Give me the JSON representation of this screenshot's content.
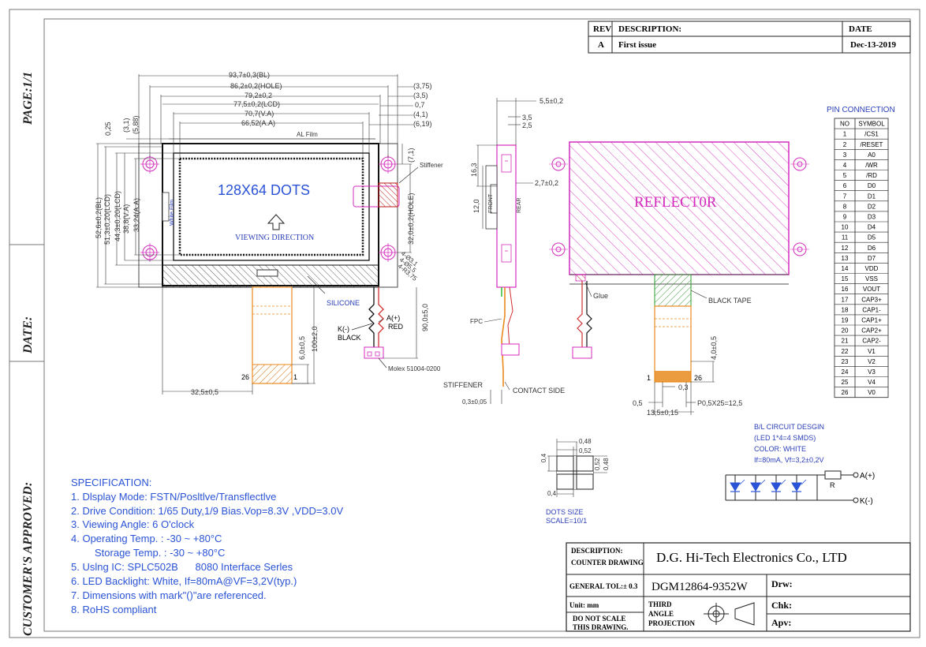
{
  "sidebar": {
    "page": "PAGE:1/1",
    "date": "DATE:",
    "approved": "CUSTOMER'S APPROVED:"
  },
  "revision": {
    "headers": [
      "REV",
      "DESCRIPTION:",
      "DATE"
    ],
    "rows": [
      [
        "A",
        "First issue",
        "Dec-13-2019"
      ]
    ]
  },
  "front_view": {
    "display_text": "128X64 DOTS",
    "viewing_direction": "VIEWING DIRECTION",
    "al_film": "AL Film",
    "white_film": "White Film",
    "stiffener": "Stiffener",
    "silicone": "SILICONE",
    "led_anode": "A(+)",
    "led_anode_color": "RED",
    "led_cathode": "K(-)",
    "led_cathode_color": "BLACK",
    "connector": "Molex 51004-0200",
    "fpc_pin_first": "26",
    "fpc_pin_last": "1",
    "top_dims": [
      "93,7±0,3(BL)",
      "86,2±0,2(HOLE)",
      "79,2±0,2",
      "77,5±0,2(LCD)",
      "70,7(V.A)",
      "66,52(A.A)"
    ],
    "right_dims": [
      "(3,75)",
      "(3,5)",
      "0,7",
      "(4,1)",
      "(6,19)"
    ],
    "left_dims": [
      "52,6±0,2(BL)",
      "51,3±0,20(LCD)",
      "44,3±0,20(LCD)",
      "38,8(V.A)",
      "33,24(A.A)"
    ],
    "small_left_dims": [
      "0,25",
      "(3,1)",
      "(5,88)"
    ],
    "hole_dim": "32,0±0,2(HOLE)",
    "small_right_dim": "(7,1)",
    "hole_dims": [
      "4-Ø3,1",
      "4-Ø5,5",
      "4-R3,75"
    ],
    "fpc_dims": [
      "6,0±0,5",
      "100±2,0"
    ],
    "cable_dim": "90,0±5,0",
    "bottom_dim": "32,5±0,5"
  },
  "side_view": {
    "dims": [
      "5,5±0,2",
      "3,5",
      "2,5",
      "16,3",
      "12,0",
      "2,7±0,2"
    ],
    "front": "FRONT",
    "rear": "REAR",
    "fpc": "FPC",
    "stiffener": "STIFFENER",
    "contact_side": "CONTACT SIDE",
    "thickness": "0,3±0,05"
  },
  "rear_view": {
    "reflector": "REFLECT0R",
    "glue": "Glue",
    "black_tape": "BLACK TAPE",
    "fpc_pin_first": "1",
    "fpc_pin_last": "26",
    "dims": [
      "4,0±0,5",
      "0,3",
      "0,5",
      "P0,5X25=12,5",
      "13,5±0,15"
    ]
  },
  "pin_connection": {
    "title": "PIN CONNECTION",
    "headers": [
      "NO",
      "SYMBOL"
    ],
    "rows": [
      [
        "1",
        "/CS1"
      ],
      [
        "2",
        "/RESET"
      ],
      [
        "3",
        "A0"
      ],
      [
        "4",
        "/WR"
      ],
      [
        "5",
        "/RD"
      ],
      [
        "6",
        "D0"
      ],
      [
        "7",
        "D1"
      ],
      [
        "8",
        "D2"
      ],
      [
        "9",
        "D3"
      ],
      [
        "10",
        "D4"
      ],
      [
        "11",
        "D5"
      ],
      [
        "12",
        "D6"
      ],
      [
        "13",
        "D7"
      ],
      [
        "14",
        "VDD"
      ],
      [
        "15",
        "VSS"
      ],
      [
        "16",
        "VOUT"
      ],
      [
        "17",
        "CAP3+"
      ],
      [
        "18",
        "CAP1-"
      ],
      [
        "19",
        "CAP1+"
      ],
      [
        "20",
        "CAP2+"
      ],
      [
        "21",
        "CAP2-"
      ],
      [
        "22",
        "V1"
      ],
      [
        "23",
        "V2"
      ],
      [
        "24",
        "V3"
      ],
      [
        "25",
        "V4"
      ],
      [
        "26",
        "V0"
      ]
    ]
  },
  "backlight": {
    "lines": [
      "B/L CIRCUIT DESGIN",
      "(LED   1*4=4 SMDS)",
      "COLOR: WHITE",
      "If=80mA, Vf=3,2±0,2V"
    ],
    "anode": "A(+)",
    "cathode": "K(-)",
    "resistor": "R"
  },
  "dots_detail": {
    "dims": [
      "0,48",
      "0,52",
      "0,4",
      "0,52",
      "0,48",
      "0,4"
    ],
    "caption": [
      "DOTS SIZE",
      "SCALE=10/1"
    ]
  },
  "specification": {
    "title": "SPECIFICATION:",
    "items": [
      "1. Dlsplay Mode: FSTN/Posltlve/Transflectlve",
      "2. Drive Condition: 1/65 Duty,1/9 Bias.Vop=8.3V ,VDD=3.0V",
      "3. Viewing Angle: 6 O'clock",
      "4. Operating Temp. : -30 ~ +80°C",
      "Storage Temp. : -30 ~ +80°C",
      "5. Uslng IC: SPLC502B      8080 Interface Serles",
      "6. LED Backlight: White, If=80mA@VF=3,2V(typ.)",
      "7.  Dimensions with mark\"()\"are referenced.",
      "8.  RoHS compliant"
    ]
  },
  "title_block": {
    "description_label": "DESCRIPTION:",
    "counter_drawing": "COUNTER DRAWING",
    "company": "D.G. Hi-Tech Electronics Co., LTD",
    "general_tol": "GENERAL TOL:± 0.3",
    "part_number": "DGM12864-9352W",
    "drw": "Drw:",
    "chk": "Chk:",
    "apv": "Apv:",
    "unit": "Unit: mm",
    "no_scale": [
      "DO NOT SCALE",
      "THIS DRAWING."
    ],
    "projection": [
      "THIRD",
      "ANGLE",
      "PROJECTION"
    ]
  },
  "colors": {
    "magenta": "#d42bbd",
    "blue": "#2a53d6",
    "dim_blue": "#2b3fb8",
    "orange": "#e88a1e",
    "green": "#3fbf3f",
    "red": "#e03030",
    "ink": "#222222"
  }
}
